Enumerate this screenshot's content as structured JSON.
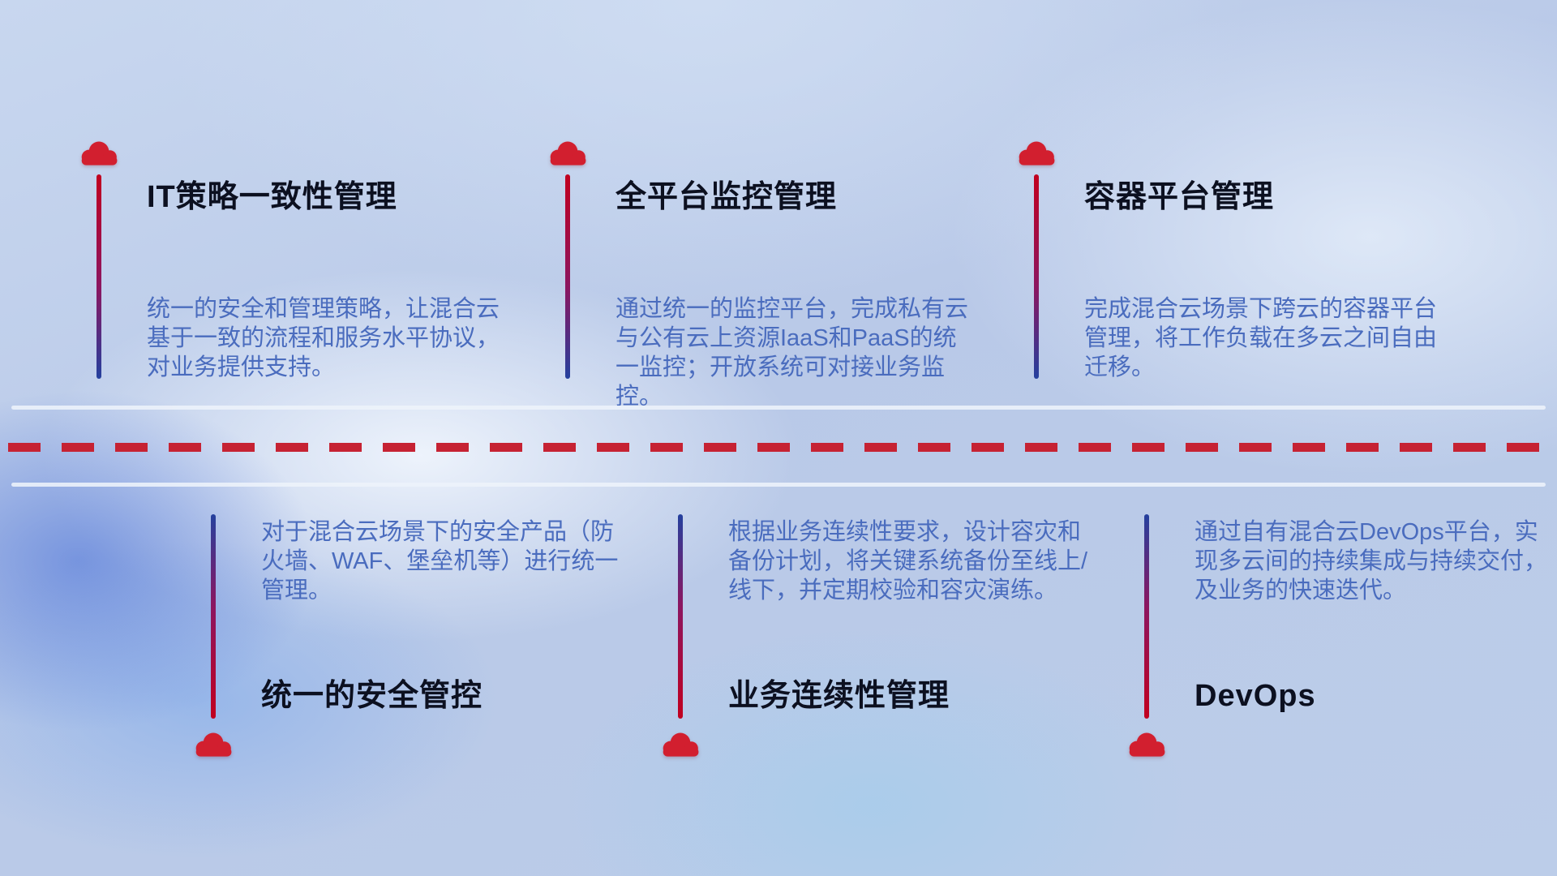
{
  "top_items": [
    {
      "title": "IT策略一致性管理",
      "description": "统一的安全和管理策略，让混合云基于一致的流程和服务水平协议，对业务提供支持。"
    },
    {
      "title": "全平台监控管理",
      "description": "通过统一的监控平台，完成私有云与公有云上资源IaaS和PaaS的统一监控；开放系统可对接业务监控。"
    },
    {
      "title": "容器平台管理",
      "description": "完成混合云场景下跨云的容器平台管理，将工作负载在多云之间自由迁移。"
    }
  ],
  "bottom_items": [
    {
      "title": "统一的安全管控",
      "description": "对于混合云场景下的安全产品（防火墙、WAF、堡垒机等）进行统一管理。"
    },
    {
      "title": "业务连续性管理",
      "description": "根据业务连续性要求，设计容灾和备份计划，将关键系统备份至线上/线下，并定期校验和容灾演练。"
    },
    {
      "title": "DevOps",
      "description": "通过自有混合云DevOps平台，实现多云间的持续集成与持续交付，及业务的快速迭代。"
    }
  ],
  "colors": {
    "cloud_red": "#d21f2f",
    "dash_red": "#c62233",
    "stem_red": "#c1001f",
    "stem_blue": "#24409e",
    "title_text": "#0c1020",
    "description_text": "#4a6cbe"
  }
}
